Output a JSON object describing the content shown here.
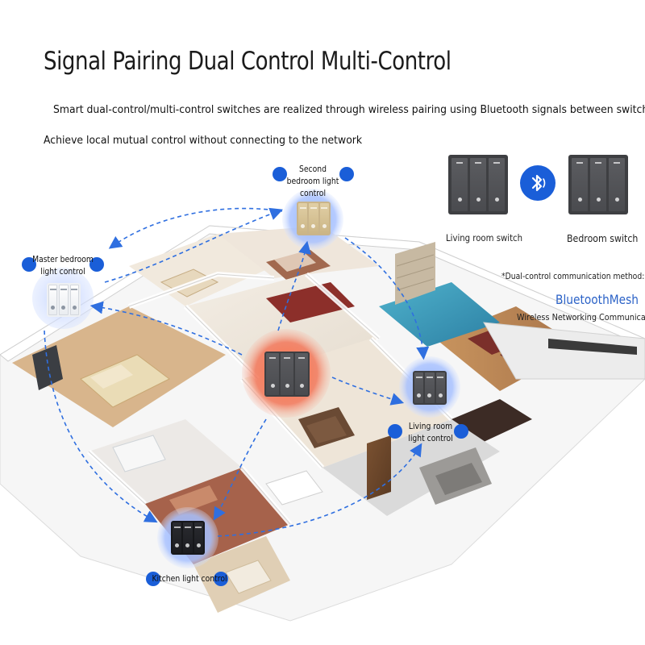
{
  "title": "Signal Pairing Dual Control Multi-Control",
  "description_line1": "Smart dual-control/multi-control switches are realized through wireless pairing using Bluetooth signals between switches,",
  "description_line2": "Achieve local mutual control without connecting to the network",
  "rooms": {
    "second_bedroom": {
      "label": "Second bedroom light control"
    },
    "master_bedroom": {
      "label": "Master bedroom light control"
    },
    "living_room": {
      "label": "Living room light control"
    },
    "kitchen": {
      "label": "Kitchen light control"
    }
  },
  "legend": {
    "living_room_switch": "Living room switch",
    "bedroom_switch": "Bedroom switch",
    "method_label": "*Dual-control communication method:",
    "method_name": "BluetoothMesh",
    "method_desc": "Wireless Networking Communication",
    "icon": "bluetooth-icon"
  },
  "colors": {
    "accent_blue": "#1a5ed8",
    "arrow_blue": "#2f6fe0",
    "center_glow": "#f2775a",
    "switch_gray": "#4a4b4f",
    "switch_gold": "#c9b48a",
    "switch_white": "#eef0f3",
    "switch_black": "#16171a"
  }
}
